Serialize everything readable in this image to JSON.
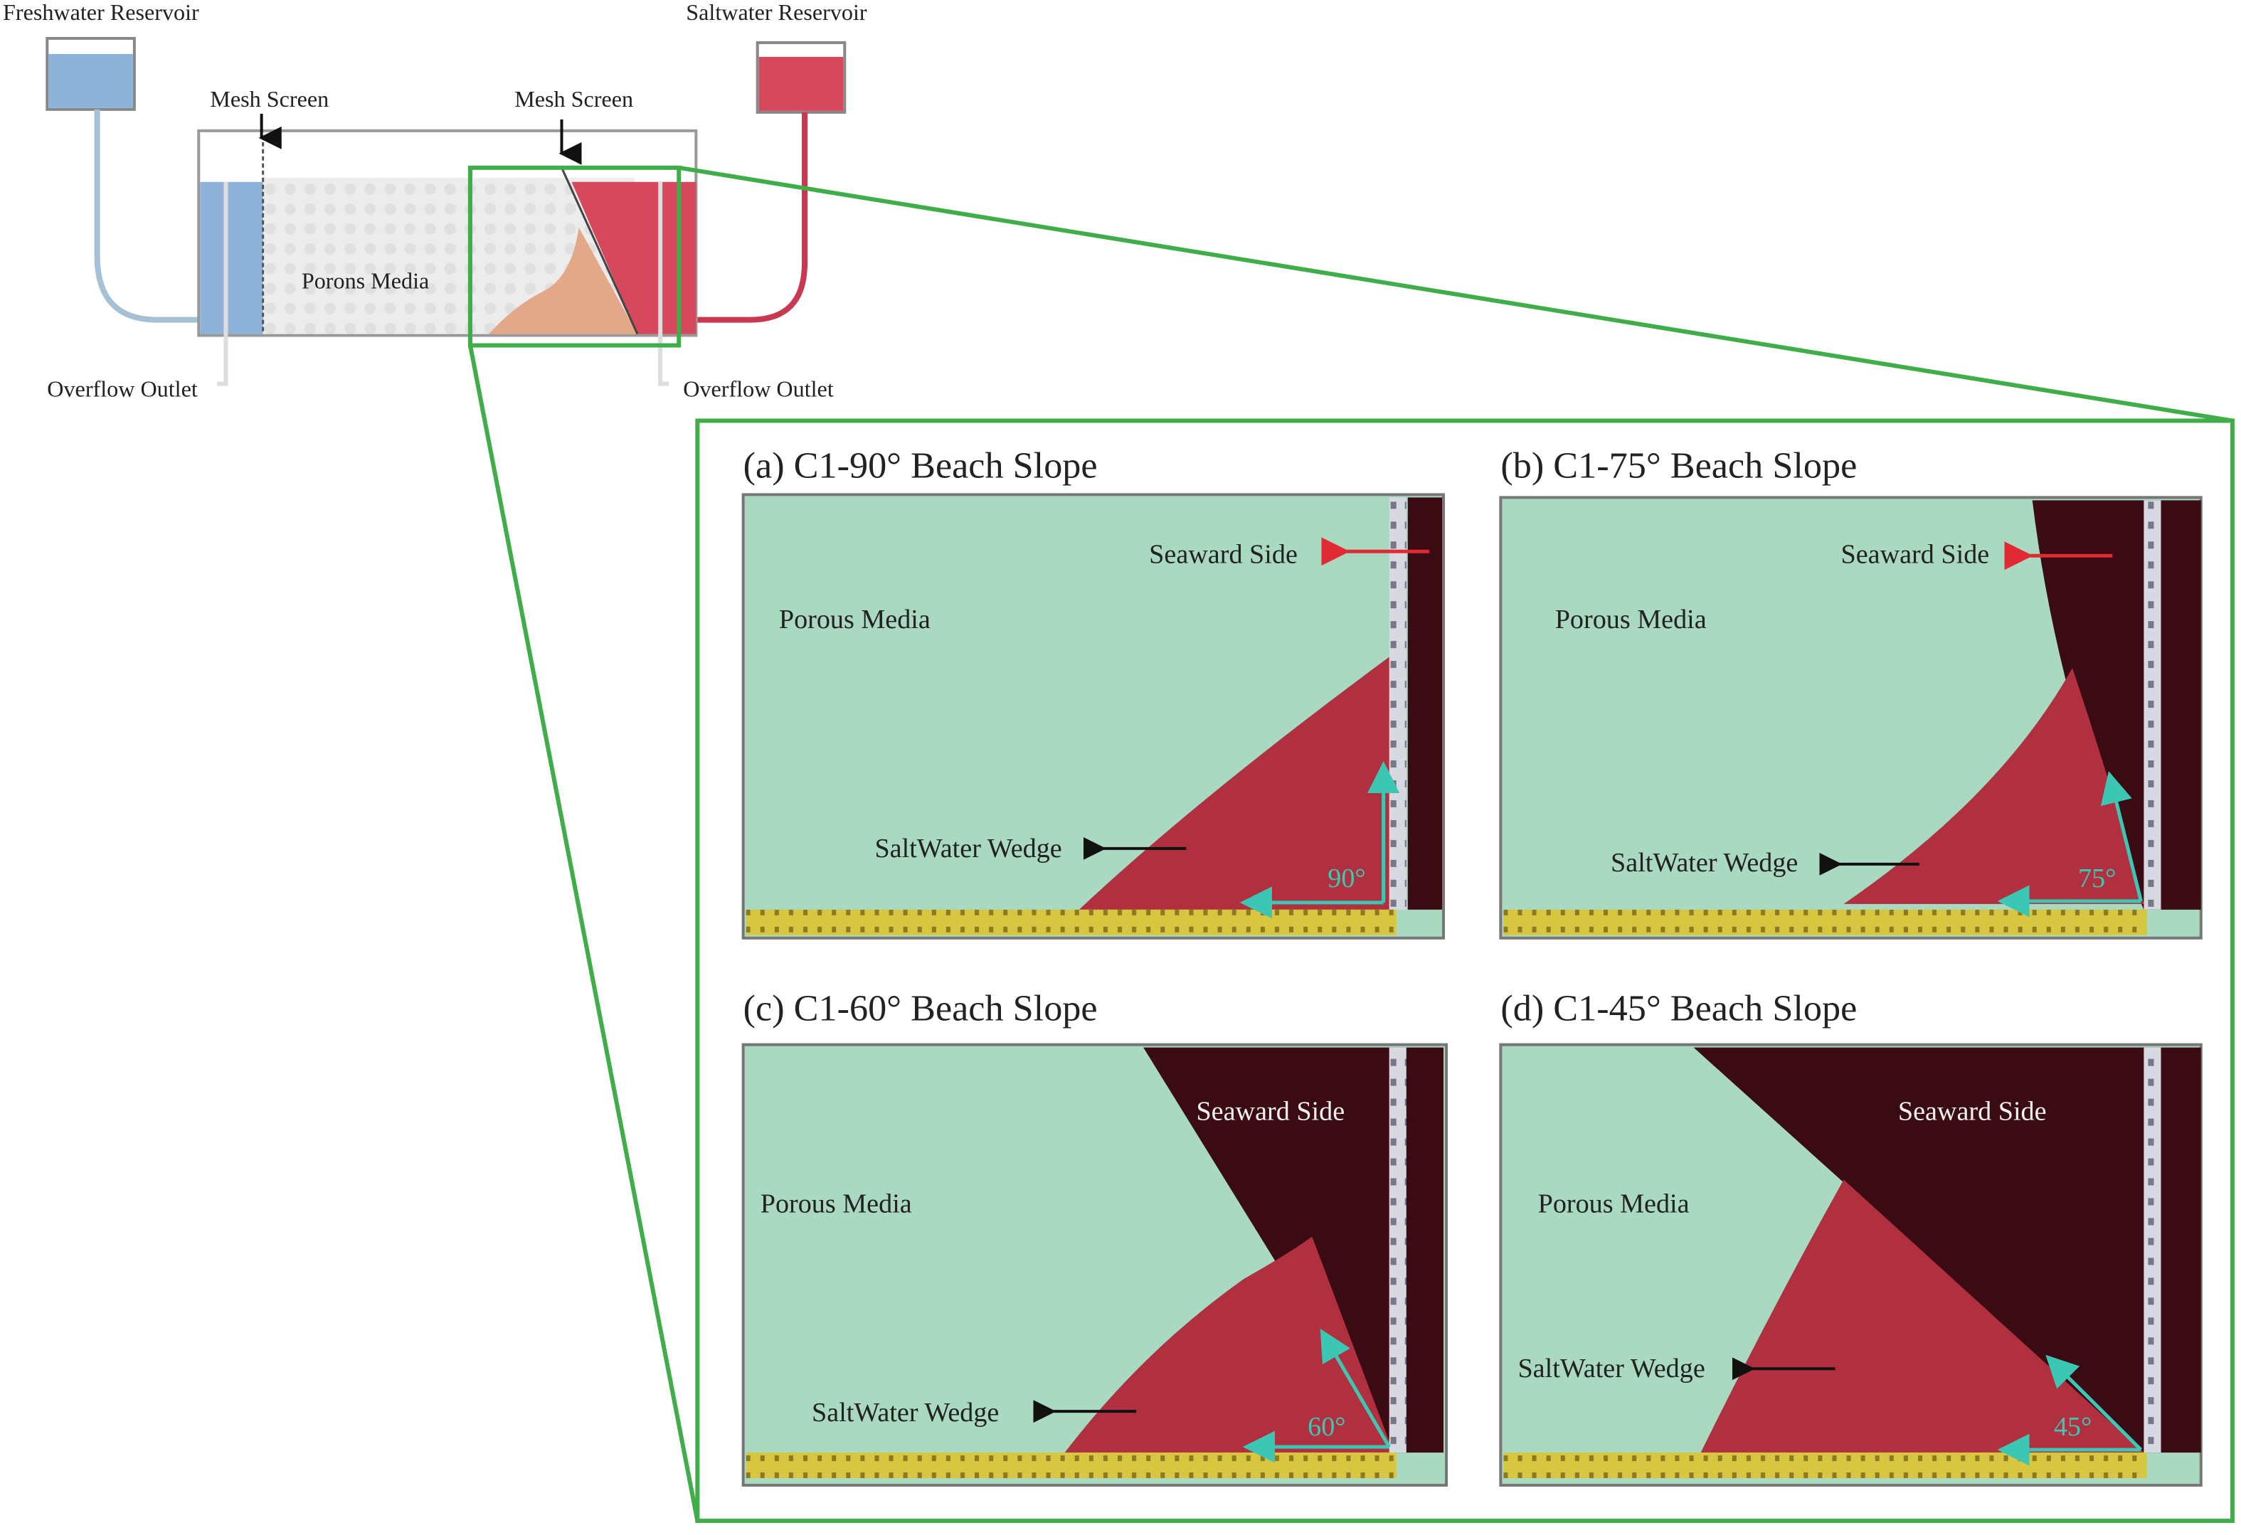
{
  "schematic": {
    "freshwater_reservoir": "Freshwater Reservoir",
    "saltwater_reservoir": "Saltwater Reservoir",
    "mesh_screen_left": "Mesh Screen",
    "mesh_screen_right": "Mesh Screen",
    "porous_media": "Porons Media",
    "overflow_outlet_left": "Overflow Outlet",
    "overflow_outlet_right": "Overflow Outlet"
  },
  "panels": [
    {
      "title": "(a) C1-90° Beach Slope",
      "seaward": "Seaward Side",
      "porous": "Porous Media",
      "wedge": "SaltWater Wedge",
      "angle": "90°"
    },
    {
      "title": "(b) C1-75° Beach Slope",
      "seaward": "Seaward Side",
      "porous": "Porous Media",
      "wedge": "SaltWater Wedge",
      "angle": "75°"
    },
    {
      "title": "(c) C1-60° Beach Slope",
      "seaward": "Seaward Side",
      "porous": "Porous Media",
      "wedge": "SaltWater Wedge",
      "angle": "60°"
    },
    {
      "title": "(d) C1-45° Beach Slope",
      "seaward": "Seaward Side",
      "porous": "Porous Media",
      "wedge": "SaltWater Wedge",
      "angle": "45°"
    }
  ],
  "colors": {
    "freshwater": "#8db3d9",
    "saltwater": "#d7485c",
    "highlight": "#3fae49",
    "porous": "#a9d9c0",
    "wedge": "#b0303f",
    "angle_arrow": "#3cc7b4"
  }
}
